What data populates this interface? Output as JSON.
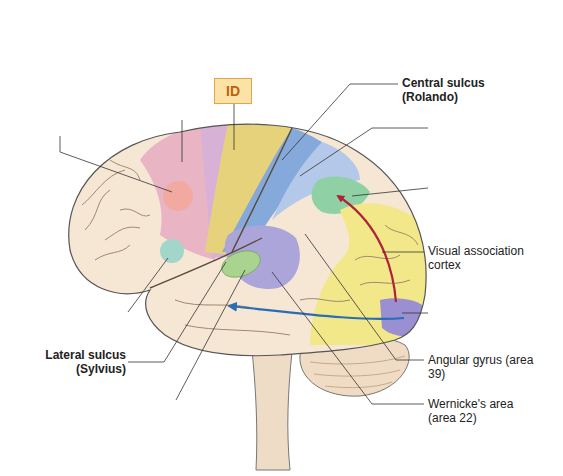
{
  "diagram": {
    "nodes": [
      {
        "text": [
          "ID"
        ]
      }
    ],
    "labels": [
      "Central sulcus (Rolando)",
      "Visual association cortex",
      "Lateral sulcus (Sylvius)",
      "Angular gyrus (area 39)",
      "Wernicke's area (area 22)"
    ]
  }
}
